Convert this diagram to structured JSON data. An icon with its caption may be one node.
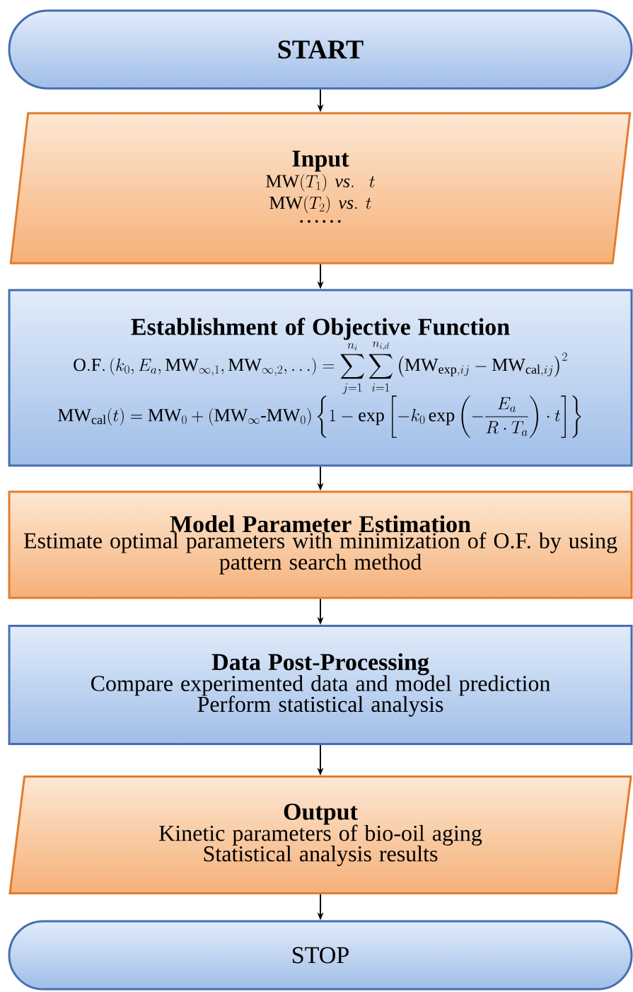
{
  "diagram": {
    "nodes": [
      {
        "text": [
          "START"
        ]
      },
      {
        "text": [
          "Input",
          "\\mathrm{MW}(T_1)\\ \\mathit{vs.}\\ \\ t",
          "\\mathrm{MW}(T_2)\\ \\mathit{vs.}\\ t",
          "……"
        ]
      },
      {
        "text": [
          "Establishment of Objective Function",
          "\\mathrm{O.F.}\\left(k_0, E_a, \\mathrm{MW}_{\\infty,1}, \\mathrm{MW}_{\\infty,2},\\ldots\\right)=\\sum_{j=1}^{n_i}\\sum_{i=1}^{n_{i,d}}\\left(\\mathrm{MW}_{\\mathrm{exp},ij}-\\mathrm{MW}_{\\mathrm{cal},ij}\\right)^2",
          "\\mathrm{MW}_{\\mathrm{cal}}(t)=\\mathrm{MW}_0+(\\mathrm{MW}_\\infty\\text{-}\\mathrm{MW}_0)\\left\\{1-\\exp\\left[-k_0\\exp\\left(-\\frac{E_a}{R\\cdot T_a}\\right)\\cdot t\\right]\\right\\}"
        ]
      },
      {
        "text": [
          "Model Parameter Estimation",
          "Estimate optimal parameters with minimization of O.F. by using pattern search method"
        ]
      },
      {
        "text": [
          "Data Post-Processing",
          "Compare experimented data and model prediction",
          "Perform statistical analysis"
        ]
      },
      {
        "text": [
          "Output",
          "Kinetic parameters of bio-oil aging",
          "Statistical analysis results"
        ]
      },
      {
        "text": [
          "STOP"
        ]
      }
    ],
    "edges": [
      {
        "from": 0,
        "to": 1,
        "arrow": "to"
      },
      {
        "from": 1,
        "to": 2,
        "arrow": "to"
      },
      {
        "from": 2,
        "to": 3,
        "arrow": "to"
      },
      {
        "from": 3,
        "to": 4,
        "arrow": "to"
      },
      {
        "from": 4,
        "to": 5,
        "arrow": "to"
      },
      {
        "from": 5,
        "to": 6,
        "arrow": "to"
      }
    ]
  }
}
